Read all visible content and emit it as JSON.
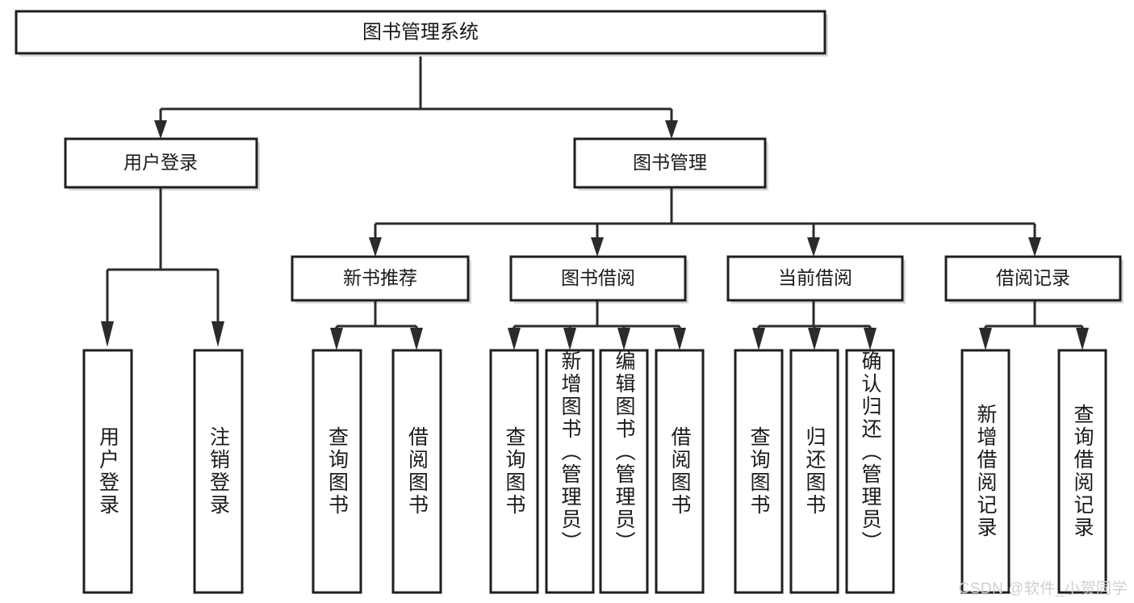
{
  "diagram": {
    "title": "图书管理系统",
    "type": "tree-hierarchy",
    "watermark": "CSDN @软件_小贺同学",
    "root": {
      "label": "图书管理系统"
    },
    "level2": [
      {
        "label": "用户登录"
      },
      {
        "label": "图书管理"
      }
    ],
    "level3": [
      {
        "label": "新书推荐"
      },
      {
        "label": "图书借阅"
      },
      {
        "label": "当前借阅"
      },
      {
        "label": "借阅记录"
      }
    ],
    "leaves": {
      "user_login": [
        {
          "label": "用户登录"
        },
        {
          "label": "注销登录"
        }
      ],
      "new_book_recommend": [
        {
          "label": "查询图书"
        },
        {
          "label": "借阅图书"
        }
      ],
      "book_borrow": [
        {
          "label": "查询图书"
        },
        {
          "label": "新增图书（管理员）"
        },
        {
          "label": "编辑图书（管理员）"
        },
        {
          "label": "借阅图书"
        }
      ],
      "current_borrow": [
        {
          "label": "查询图书"
        },
        {
          "label": "归还图书"
        },
        {
          "label": "确认归还（管理员）"
        }
      ],
      "borrow_record": [
        {
          "label": "新增借阅记录"
        },
        {
          "label": "查询借阅记录"
        }
      ]
    },
    "colors": {
      "box_fill": "#ffffff",
      "box_stroke": "#1f1f1f",
      "connector": "#2b2b2b",
      "text": "#1a1a1a",
      "watermark": "#cfcfcf"
    }
  }
}
